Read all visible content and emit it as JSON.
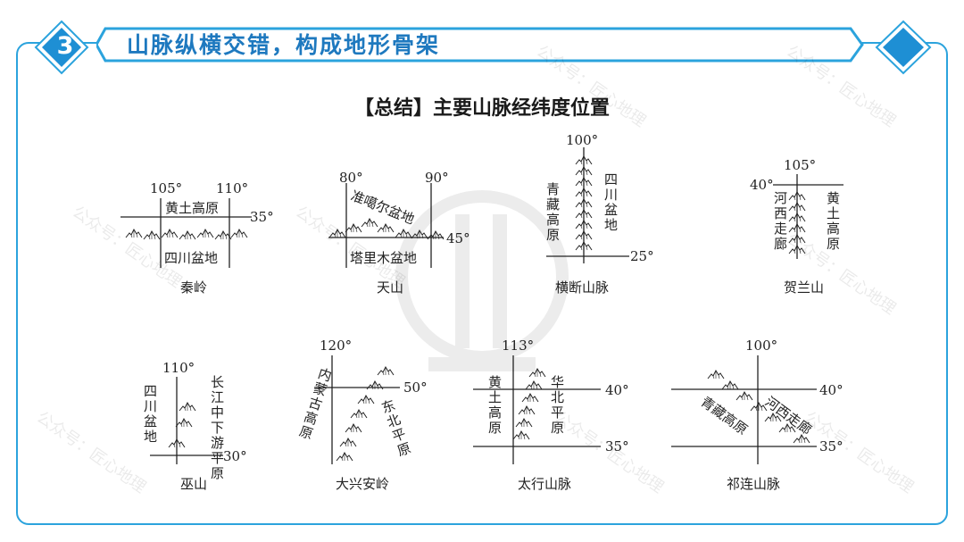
{
  "header": {
    "number": "3",
    "title": "山脉纵横交错，构成地形骨架"
  },
  "main_title": "【总结】主要山脉经纬度位置",
  "watermark_text": "公众号：匠心地理",
  "diagrams": {
    "qinling": {
      "name": "秦岭",
      "lon_left": "105°",
      "lon_right": "110°",
      "lat": "35°",
      "north": "黄土高原",
      "south": "四川盆地"
    },
    "tianshan": {
      "name": "天山",
      "lon_left": "80°",
      "lon_right": "90°",
      "lat": "45°",
      "north": "准噶尔盆地",
      "south": "塔里木盆地"
    },
    "hengduan": {
      "name": "横断山脉",
      "lon": "100°",
      "lat": "25°",
      "west": "青藏高原",
      "east": "四川盆地"
    },
    "helan": {
      "name": "贺兰山",
      "lon": "105°",
      "lat": "40°",
      "west": "河西走廊",
      "east": "黄土高原"
    },
    "wushan": {
      "name": "巫山",
      "lon": "110°",
      "lat": "30°",
      "west": "四川盆地",
      "east": "长江中下游平原"
    },
    "daxinganling": {
      "name": "大兴安岭",
      "lon": "120°",
      "lat": "50°",
      "west": "内蒙古高原",
      "east": "东北平原"
    },
    "taihang": {
      "name": "太行山脉",
      "lon": "113°",
      "lat_top": "40°",
      "lat_bottom": "35°",
      "west": "黄土高原",
      "east": "华北平原"
    },
    "qilian": {
      "name": "祁连山脉",
      "lon": "100°",
      "lat_top": "40°",
      "lat_bottom": "35°",
      "south": "青藏高原",
      "north": "河西走廊"
    }
  },
  "colors": {
    "accent": "#2ba3dd",
    "title": "#1e79bf",
    "line": "#222222"
  }
}
